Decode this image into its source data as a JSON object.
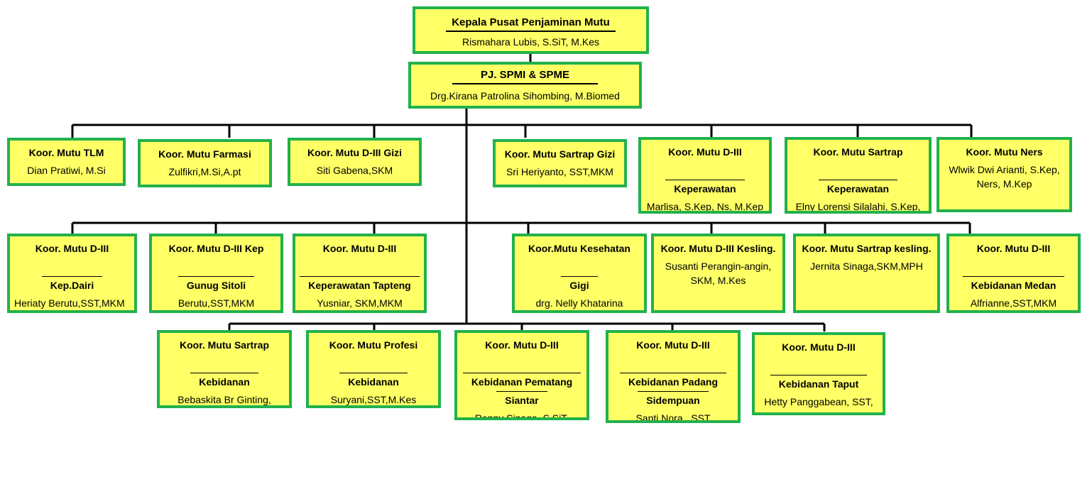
{
  "chart": {
    "head": {
      "title": "Kepala Pusat Penjaminan Mutu",
      "name": "Rismahara Lubis, S.SiT, M.Kes"
    },
    "pj": {
      "title": "PJ. SPMI & SPME",
      "name": "Drg.Kirana Patrolina Sihombing, M.Biomed"
    },
    "row1": [
      {
        "title": [
          "Koor. Mutu TLM"
        ],
        "name": "Dian Pratiwi, M.Si"
      },
      {
        "title": [
          "Koor. Mutu Farmasi"
        ],
        "name": "Zulfikri,M.Si,A.pt"
      },
      {
        "title": [
          "Koor. Mutu D-III Gizi"
        ],
        "name": "Siti Gabena,SKM"
      },
      {
        "title": [
          "Koor. Mutu Sartrap Gizi"
        ],
        "name": "Sri Heriyanto, SST,MKM"
      },
      {
        "title": [
          "Koor. Mutu D-III",
          "Keperawatan"
        ],
        "name": "Marlisa, S.Kep, Ns, M.Kep"
      },
      {
        "title": [
          "Koor. Mutu Sartrap",
          "Keperawatan"
        ],
        "name": "Elny Lorensi Silalahi, S.Kep, Ners, M.Kes"
      },
      {
        "title": [
          "Koor. Mutu Ners"
        ],
        "name": "Wlwik Dwi Arianti, S.Kep, Ners, M.Kep"
      }
    ],
    "row2": [
      {
        "title": [
          "Koor. Mutu D-III",
          "Kep.Dairi"
        ],
        "name": "Heriaty Berutu,SST,MKM"
      },
      {
        "title": [
          "Koor. Mutu D-III Kep",
          "Gunug Sitoli"
        ],
        "name": "Berutu,SST,MKM"
      },
      {
        "title": [
          "Koor. Mutu D-III",
          "Keperawatan Tapteng"
        ],
        "name": "Yusniar, SKM,MKM"
      },
      {
        "title": [
          "Koor.Mutu Kesehatan",
          "Gigi"
        ],
        "name": "drg. Nelly Khatarina Manurung, M.Kes"
      },
      {
        "title": [
          "Koor. Mutu D-III Kesling."
        ],
        "name": "Susanti Perangin-angin, SKM, M.Kes"
      },
      {
        "title": [
          "Koor. Mutu Sartrap kesling."
        ],
        "name": "Jernita Sinaga,SKM,MPH"
      },
      {
        "title": [
          "Koor. Mutu D-III",
          "Kebidanan Medan"
        ],
        "name": "Alfrianne,SST,MKM"
      }
    ],
    "row3": [
      {
        "title": [
          "Koor. Mutu Sartrap",
          "Kebidanan"
        ],
        "name": "Bebaskita Br Ginting, S.SiT,MPH"
      },
      {
        "title": [
          "Koor. Mutu Profesi",
          "Kebidanan"
        ],
        "name": "Suryani,SST,M.Kes"
      },
      {
        "title": [
          "Koor. Mutu D-III",
          "Kebidanan Pematang",
          "Siantar"
        ],
        "name": "Renny Sinaga, S.SiT, M.Kes"
      },
      {
        "title": [
          "Koor. Mutu D-III",
          "Kebidanan Padang",
          "Sidempuan"
        ],
        "name": "Santi Nora , SST"
      },
      {
        "title": [
          "Koor. Mutu D-III",
          "Kebidanan Taput"
        ],
        "name": "Hetty Panggabean, SST, M.H"
      }
    ]
  }
}
